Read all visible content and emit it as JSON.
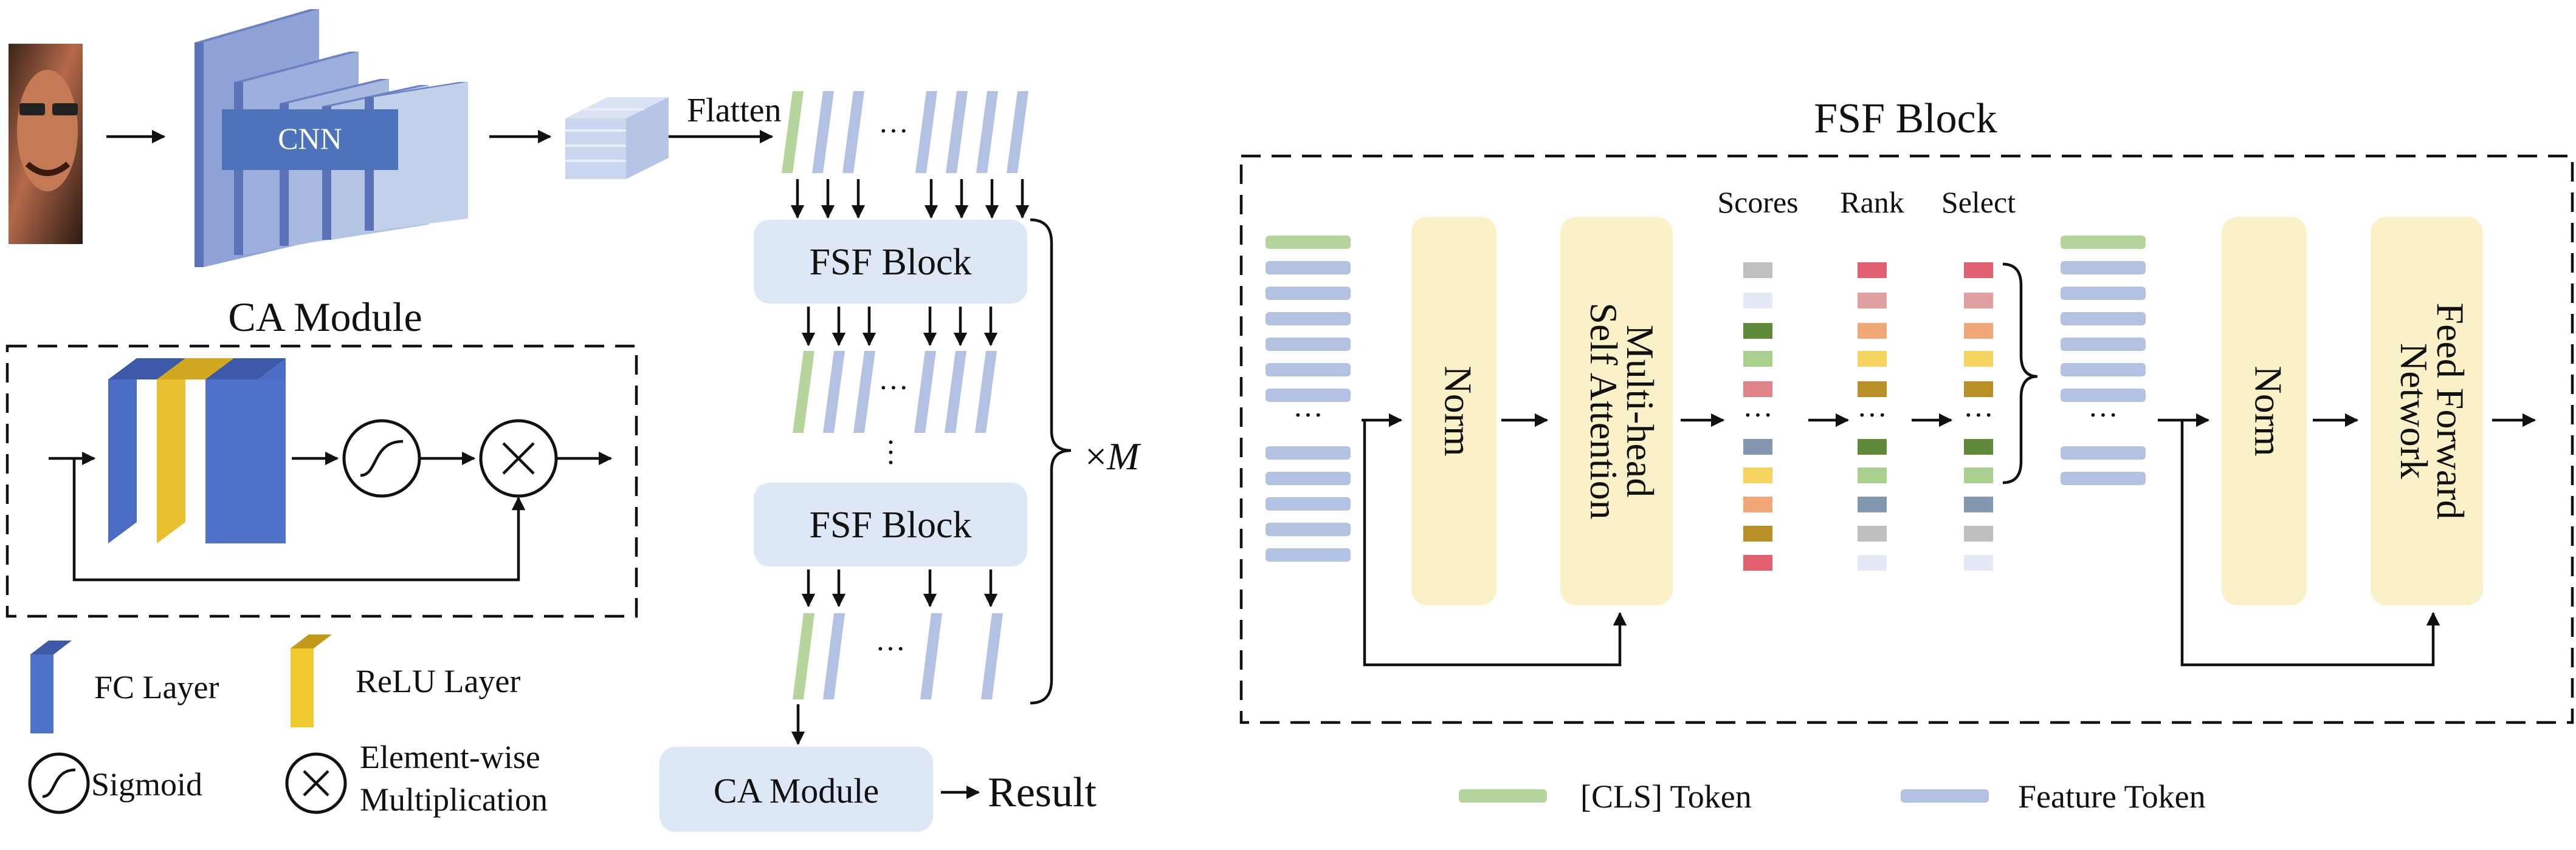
{
  "pipeline": {
    "cnn_label": "CNN",
    "flatten_label": "Flatten",
    "fsf_block_1": "FSF Block",
    "fsf_block_2": "FSF Block",
    "repeat_label": "×",
    "repeat_symbol": "M",
    "ca_module_box": "CA Module",
    "result_label": "Result",
    "ellipsis": "···"
  },
  "ca_module": {
    "title": "CA Module"
  },
  "legend_left": {
    "fc_layer": "FC Layer",
    "relu_layer": "ReLU Layer",
    "sigmoid": "Sigmoid",
    "elementwise_line1": "Element-wise",
    "elementwise_line2": "Multiplication"
  },
  "fsf_detail": {
    "title": "FSF Block",
    "norm_1": "Norm",
    "mhsa_line1": "Multi-head",
    "mhsa_line2": "Self Attention",
    "scores_label": "Scores",
    "rank_label": "Rank",
    "select_label": "Select",
    "norm_2": "Norm",
    "ffn_line1": "Feed Forward",
    "ffn_line2": "Network"
  },
  "legend_right": {
    "cls_token": "[CLS] Token",
    "feature_token": "Feature Token"
  },
  "colors": {
    "cls_green": "#b5d59c",
    "feature_blue": "#b3c2e2",
    "fc_blue": "#4a6cc2",
    "relu_yellow": "#f0c92e",
    "box_blue": "#dde7f5",
    "box_cream": "#fbf1c9",
    "cnn_blue": "#4d73bb"
  }
}
